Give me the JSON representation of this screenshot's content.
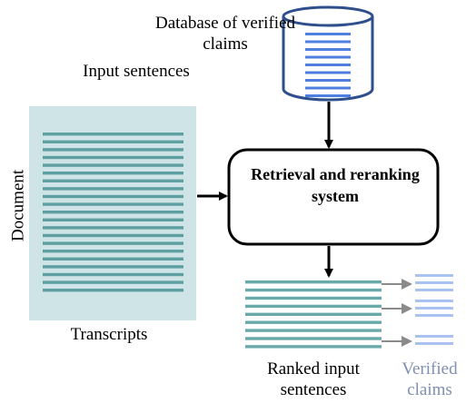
{
  "labels": {
    "database": "Database of verified claims",
    "input_sentences": "Input sentences",
    "document": "Document",
    "transcripts": "Transcripts",
    "system": "Retrieval and reranking system",
    "ranked": "Ranked input sentences",
    "verified_claims": "Verified claims"
  },
  "colors": {
    "document_panel": "#cfe4e6",
    "document_lines": "#5e9fa2",
    "ranked_lines": "#6aa9aa",
    "database_outline": "#2f4f8c",
    "database_lines": "#4f7fe0",
    "verified_lines": "#a9c2ef",
    "arrow_black": "#000000",
    "arrow_gray": "#8a8a8a"
  }
}
